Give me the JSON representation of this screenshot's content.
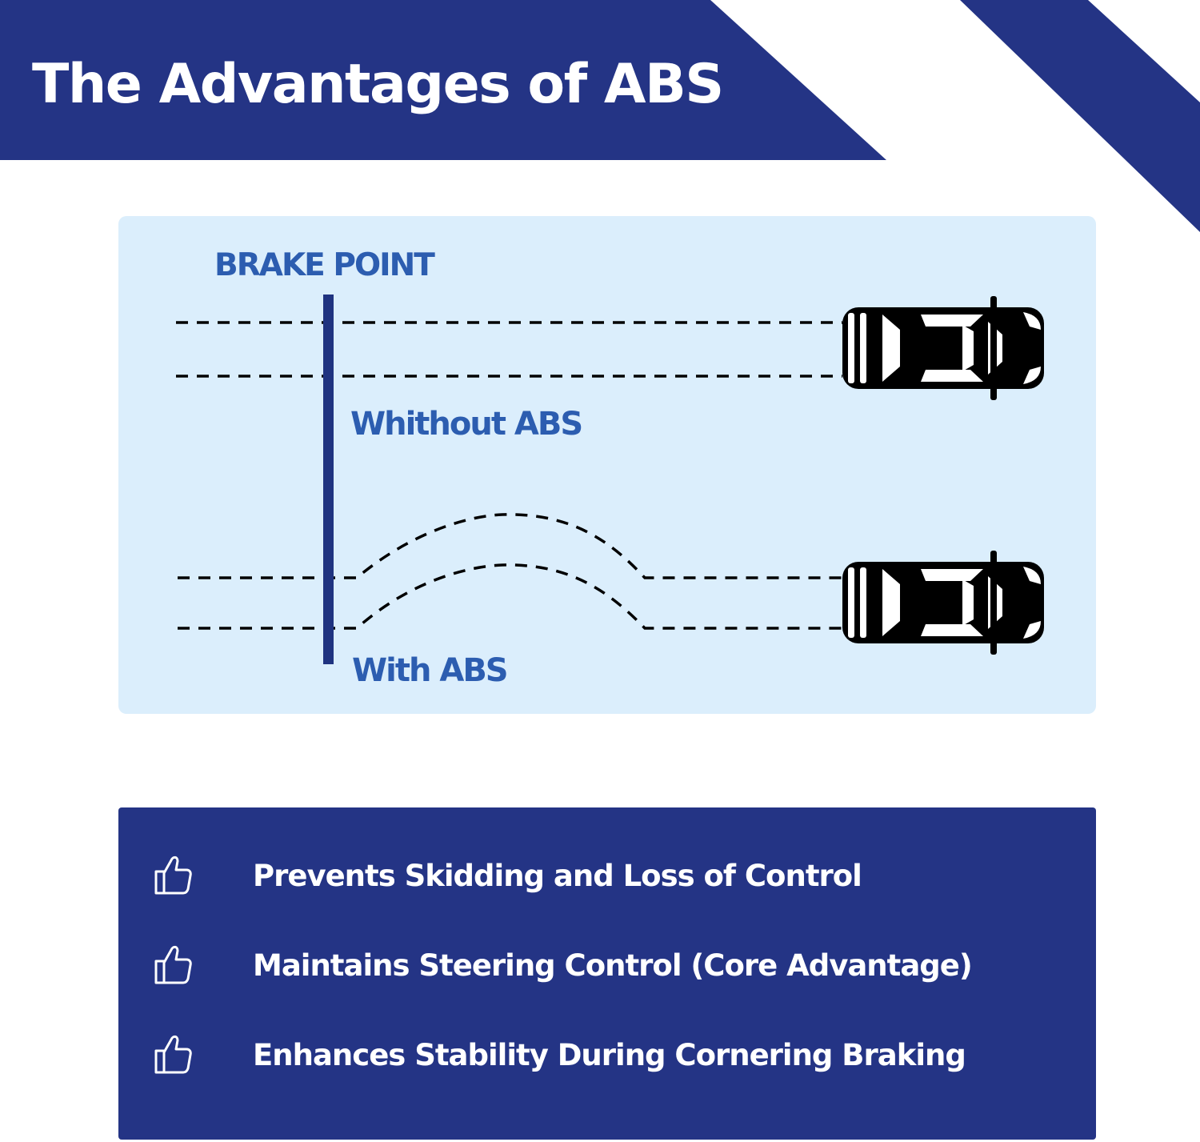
{
  "header": {
    "title": "The Advantages of ABS"
  },
  "diagram": {
    "brake_point_label": "BRAKE POINT",
    "without_abs_label": "Whithout ABS",
    "with_abs_label": "With ABS"
  },
  "advantages": [
    {
      "icon": "thumbs-up-icon",
      "text": "Prevents Skidding and Loss of Control"
    },
    {
      "icon": "thumbs-up-icon",
      "text": "Maintains Steering Control (Core Advantage)"
    },
    {
      "icon": "thumbs-up-icon",
      "text": "Enhances Stability During Cornering Braking"
    }
  ],
  "colors": {
    "navy": "#243485",
    "panel_bg": "#dbeefc",
    "label_blue": "#2c5db0",
    "brake_line": "#1f3380"
  }
}
